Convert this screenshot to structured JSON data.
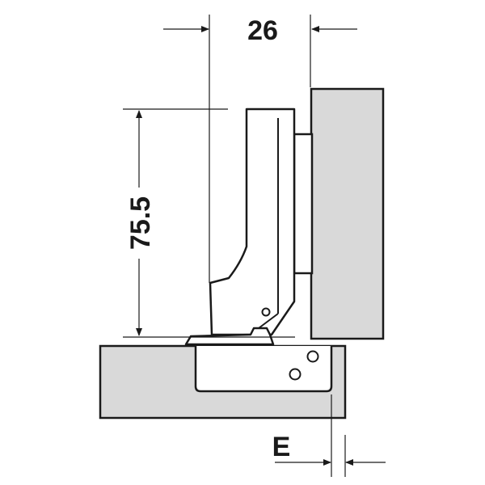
{
  "diagram": {
    "dimensions": {
      "overlay_width": "26",
      "height": "75.5",
      "edge_distance": "E"
    },
    "colors": {
      "panel_fill": "#d9d9d9",
      "hinge_fill": "#ffffff",
      "line": "#1a1a1a"
    }
  }
}
